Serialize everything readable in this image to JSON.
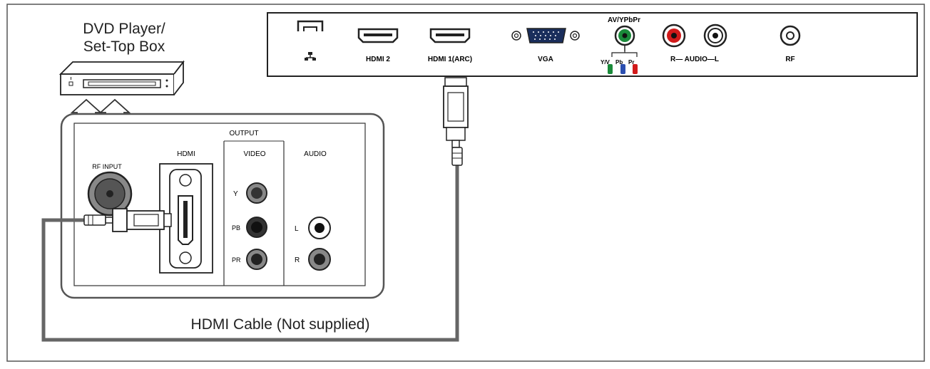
{
  "device": {
    "title_line1": "DVD Player/",
    "title_line2": "Set-Top Box"
  },
  "tv_panel": {
    "lan_label": "",
    "hdmi2_label": "HDMI 2",
    "hdmi1_label": "HDMI 1(ARC)",
    "vga_label": "VGA",
    "av_label": "AV/YPbPr",
    "av_sub_y": "Y/V",
    "av_sub_pb": "Pb",
    "av_sub_pr": "Pr",
    "audio_label": "R— AUDIO—L",
    "rf_label": "RF"
  },
  "source_panel": {
    "output_label": "OUTPUT",
    "rf_input_label": "RF INPUT",
    "hdmi_label": "HDMI",
    "video_label": "VIDEO",
    "audio_label": "AUDIO",
    "y_label": "Y",
    "pb_label": "PB",
    "pr_label": "PR",
    "l_label": "L",
    "r_label": "R"
  },
  "cable_caption": "HDMI Cable (Not supplied)",
  "colors": {
    "stroke": "#333333",
    "cable": "#666666",
    "green": "#1a8a3a",
    "red": "#d11a1a",
    "blue": "#2c4fb0"
  }
}
